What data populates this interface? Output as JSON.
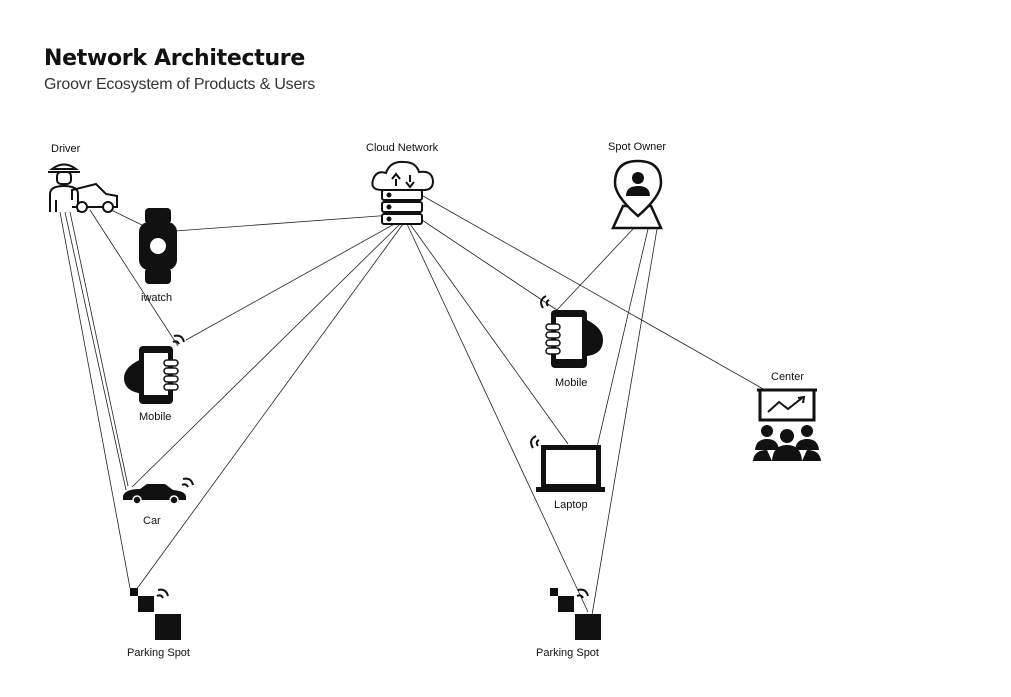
{
  "header": {
    "title": "Network Architecture",
    "subtitle": "Groovr Ecosystem of Products & Users"
  },
  "nodes": {
    "driver": "Driver",
    "cloud": "Cloud Network",
    "spot_owner": "Spot Owner",
    "iwatch": "iwatch",
    "mobile_left": "Mobile",
    "car": "Car",
    "parking_left": "Parking Spot",
    "mobile_right": "Mobile",
    "laptop": "Laptop",
    "parking_right": "Parking Spot",
    "center": "Center"
  },
  "icons": {
    "driver": "driver-with-car-icon",
    "cloud": "cloud-server-icon",
    "spot_owner": "location-pin-person-icon",
    "iwatch": "smartwatch-icon",
    "mobile": "smartphone-in-hand-icon",
    "car": "connected-car-icon",
    "parking": "parking-sensor-icon",
    "laptop": "wireless-laptop-icon",
    "center": "presentation-audience-icon"
  },
  "connections": [
    [
      "driver",
      "iwatch"
    ],
    [
      "driver",
      "mobile_left"
    ],
    [
      "driver",
      "car"
    ],
    [
      "driver",
      "parking_left"
    ],
    [
      "iwatch",
      "cloud"
    ],
    [
      "cloud",
      "mobile_left"
    ],
    [
      "cloud",
      "car"
    ],
    [
      "cloud",
      "parking_left"
    ],
    [
      "cloud",
      "mobile_right"
    ],
    [
      "cloud",
      "laptop"
    ],
    [
      "cloud",
      "parking_right"
    ],
    [
      "cloud",
      "center"
    ],
    [
      "spot_owner",
      "mobile_right"
    ],
    [
      "spot_owner",
      "laptop"
    ],
    [
      "spot_owner",
      "parking_right"
    ]
  ],
  "colors": {
    "ink": "#111111",
    "line": "#222222",
    "background": "#ffffff"
  }
}
